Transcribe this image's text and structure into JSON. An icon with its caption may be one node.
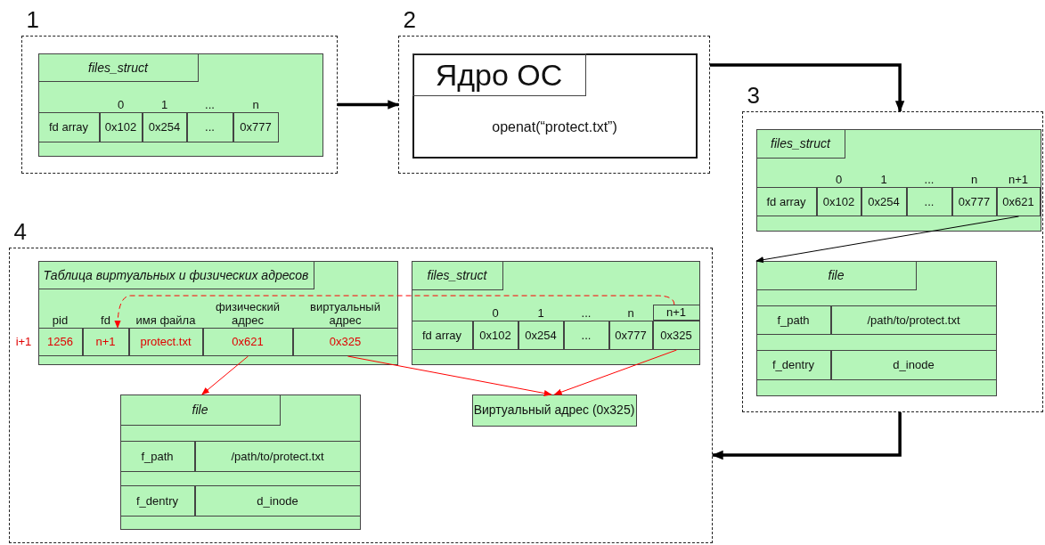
{
  "diagram": {
    "nodes": [
      {
        "text": [
          "1"
        ]
      },
      {
        "text": [],
        "shape": "box",
        "in": 0
      },
      {
        "text": [
          "files_struct"
        ],
        "in": 1
      },
      {
        "text": [
          "2"
        ]
      },
      {
        "text": [
          "Ядро ОС",
          "openat(“protect.txt”)"
        ],
        "in": 3
      },
      {
        "text": [
          "3"
        ]
      },
      {
        "text": [],
        "shape": "box",
        "in": 5
      },
      {
        "text": [
          "files_struct"
        ],
        "in": 6
      },
      {
        "text": [
          "0x621"
        ],
        "in": 6
      },
      {
        "text": [],
        "shape": "box",
        "in": 5
      },
      {
        "text": [
          "file"
        ],
        "in": 9
      },
      {
        "text": [
          "4"
        ]
      },
      {
        "text": [],
        "shape": "box",
        "in": 11
      },
      {
        "text": [
          "Таблица виртуальных и физических адресов"
        ],
        "in": 12
      },
      {
        "text": [
          "n+1"
        ],
        "in": 12
      },
      {
        "text": [
          "0x621"
        ],
        "in": 12
      },
      {
        "text": [
          "0x325"
        ],
        "in": 12
      },
      {
        "text": [],
        "shape": "box",
        "in": 11
      },
      {
        "text": [
          "files_struct"
        ],
        "in": 17
      },
      {
        "text": [
          "n+1"
        ],
        "in": 17
      },
      {
        "text": [
          "0x325"
        ],
        "in": 17
      },
      {
        "text": [],
        "shape": "box",
        "in": 11
      },
      {
        "text": [
          "file"
        ],
        "in": 21
      },
      {
        "text": [
          "Виртуальный адрес (0x325)"
        ],
        "in": 11
      }
    ],
    "edges": [
      {
        "from": 0,
        "to": 3,
        "arrow": "to",
        "style": "thick"
      },
      {
        "from": 3,
        "to": 5,
        "arrow": "to",
        "style": "thick"
      },
      {
        "from": 5,
        "to": 11,
        "arrow": "to",
        "style": "thick"
      },
      {
        "from": 8,
        "to": 9,
        "arrow": "to"
      },
      {
        "from": 19,
        "to": 14,
        "arrow": "to",
        "style": "dashed",
        "color": "#ff0000"
      },
      {
        "from": 15,
        "to": 21,
        "arrow": "to",
        "color": "#ff0000"
      },
      {
        "from": 16,
        "to": 23,
        "arrow": "to",
        "color": "#ff0000"
      },
      {
        "from": 20,
        "to": 23,
        "arrow": "to",
        "color": "#ff0000"
      }
    ],
    "labels": [
      "0",
      "1",
      "...",
      "n",
      "fd array",
      "0x102",
      "0x254",
      "...",
      "0x777",
      "0",
      "1",
      "...",
      "n",
      "n+1",
      "fd array",
      "0x102",
      "0x254",
      "...",
      "0x777",
      "f_path",
      "/path/to/protect.txt",
      "f_dentry",
      "d_inode",
      "pid",
      "fd",
      "имя файла",
      "физический адрес",
      "виртуальный адрес",
      "i+1",
      "1256",
      "protect.txt",
      "0",
      "1",
      "...",
      "n",
      "fd array",
      "0x102",
      "0x254",
      "...",
      "0x777",
      "f_path",
      "/path/to/protect.txt",
      "f_dentry",
      "d_inode"
    ]
  }
}
